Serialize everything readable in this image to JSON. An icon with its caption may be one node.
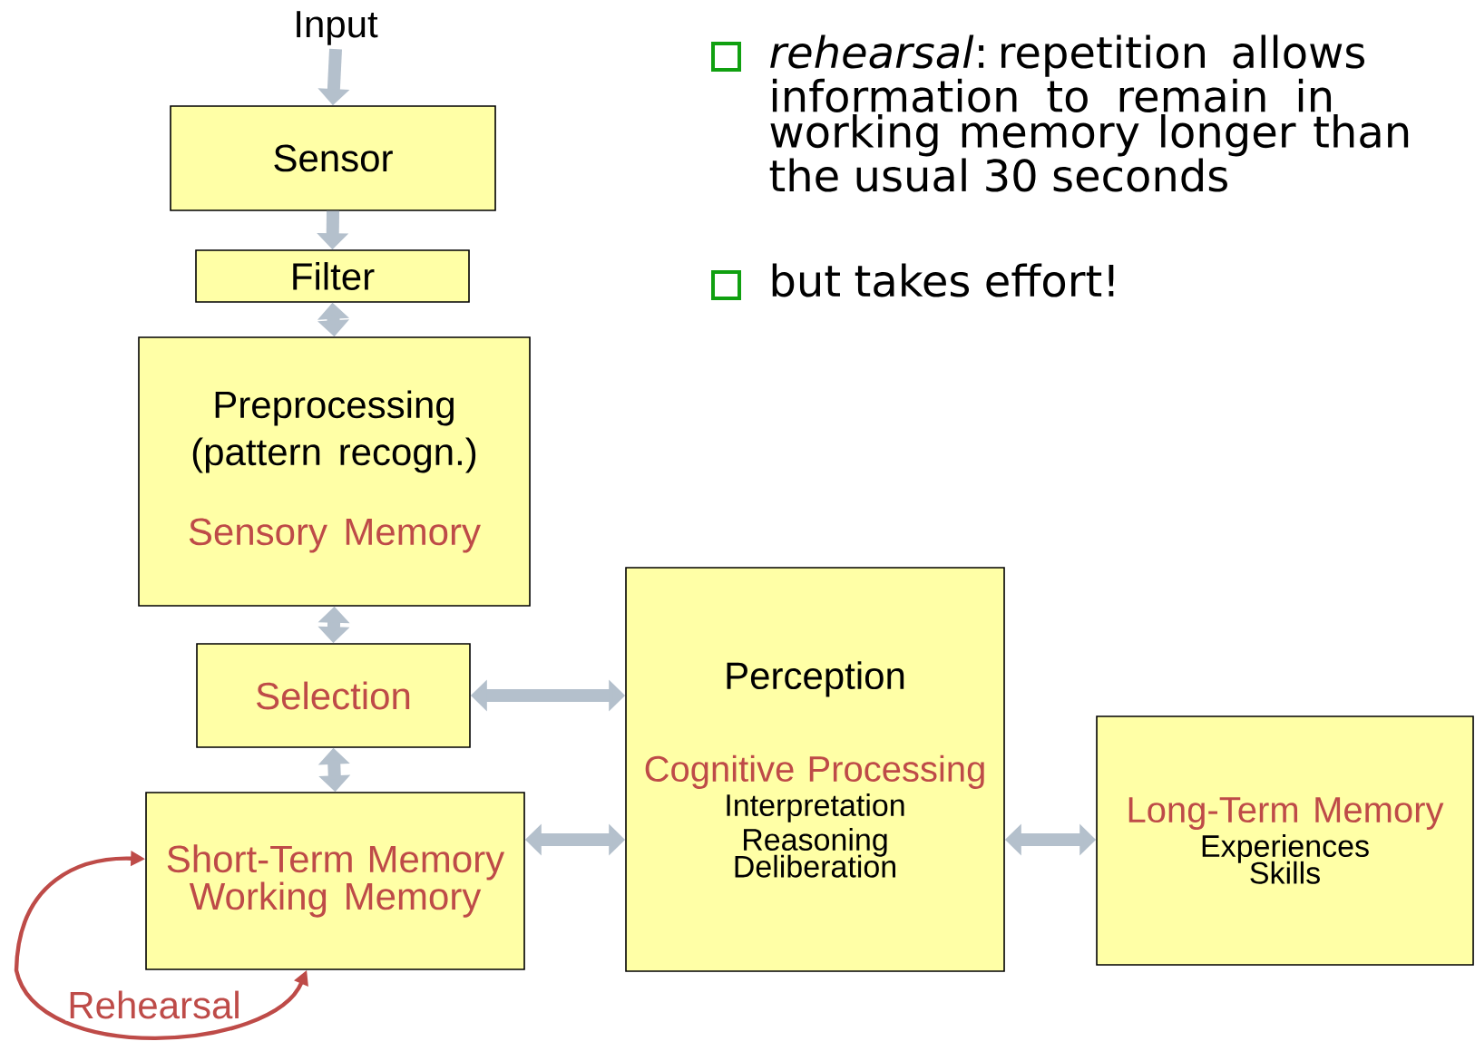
{
  "diagram": {
    "nodes": [
      {
        "text": [
          "Input"
        ]
      },
      {
        "text": [
          "Sensor"
        ]
      },
      {
        "text": [
          "Filter"
        ]
      },
      {
        "text": [
          "Preprocessing (pattern recogn.)",
          "Sensory Memory"
        ]
      },
      {
        "text": [
          "Selection"
        ]
      },
      {
        "text": [
          "Short-Term Memory",
          "Working Memory"
        ]
      },
      {
        "text": [
          "Perception",
          "Cognitive Processing",
          "Interpretation",
          "Reasoning",
          "Deliberation"
        ]
      },
      {
        "text": [
          "Long-Term Memory",
          "Experiences",
          "Skills"
        ]
      }
    ],
    "edges": [
      {
        "from": 0,
        "to": 1,
        "arrow": "to"
      },
      {
        "from": 1,
        "to": 2,
        "arrow": "to"
      },
      {
        "from": 2,
        "to": 3,
        "arrow": "both"
      },
      {
        "from": 3,
        "to": 4,
        "arrow": "both"
      },
      {
        "from": 4,
        "to": 6,
        "arrow": "both"
      },
      {
        "from": 4,
        "to": 5,
        "arrow": "both"
      },
      {
        "from": 5,
        "to": 6,
        "arrow": "both"
      },
      {
        "from": 6,
        "to": 7,
        "arrow": "both"
      },
      {
        "from": 5,
        "to": 5,
        "arrow": "both",
        "label": "Rehearsal",
        "color": "#be4b48"
      }
    ],
    "labels": [
      "*rehearsal*: repetition allows information to remain in working memory longer than the usual 30 seconds",
      "but takes effort!"
    ]
  }
}
